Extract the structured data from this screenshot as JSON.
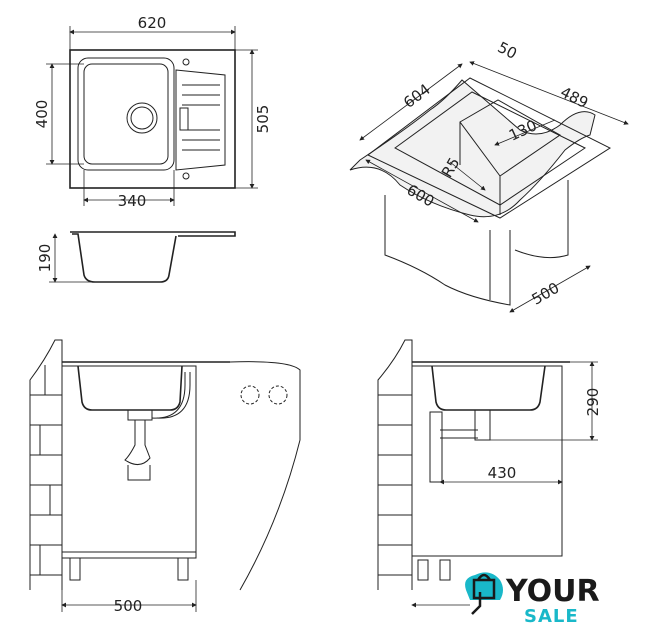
{
  "dimensions": {
    "plan_width": "620",
    "plan_bowl_height": "400",
    "plan_height": "505",
    "plan_bowl_width": "340",
    "section_depth": "190",
    "iso_front": "604",
    "iso_rim": "50",
    "iso_depth": "489",
    "iso_offset": "130",
    "iso_radius": "R5",
    "iso_cutout": "600",
    "iso_cabinet": "500",
    "side_height": "290",
    "side_distance": "430",
    "front_cabinet": "500"
  },
  "logo": {
    "line1": "YOUR",
    "line2": "SALE"
  },
  "colors": {
    "line": "#222222",
    "logo_accent": "#19b8c9",
    "logo_dark": "#1a1a1a"
  }
}
